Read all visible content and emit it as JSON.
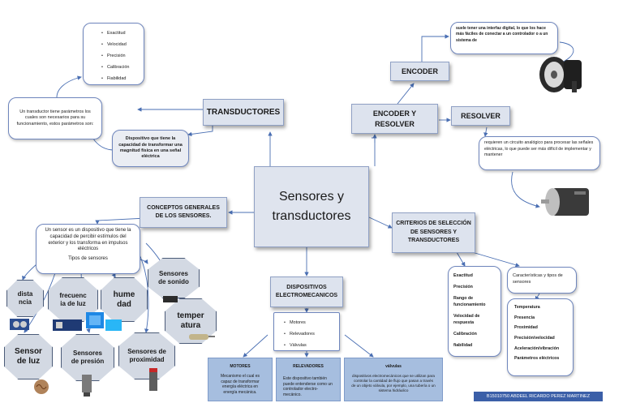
{
  "center": {
    "line1": "Sensores y",
    "line2": "transductores"
  },
  "transductores": {
    "title": "TRANSDUCTORES",
    "definition": "Dispositivo que tiene la capacidad de transformar una magnitud física en una señal eléctrica",
    "parametros_intro": "Un transductor tiene parámetros los cuales son necesarios para su funcionamiento, estos parámetros son:",
    "parametros": [
      "Exactitud",
      "Velocidad",
      "Precisión",
      "Calibración",
      "Fiabilidad"
    ]
  },
  "encoder_resolver": {
    "title_line1": "ENCODER Y",
    "title_line2": "RESOLVER",
    "encoder": {
      "title": "ENCODER",
      "desc": "suele tener una interfaz digital, lo que los hace más fáciles de conectar a un controlador o a un sistema de"
    },
    "resolver": {
      "title": "RESOLVER",
      "desc": "requieren un circuito analógico para procesar las señales eléctricas, lo que puede ser más difícil de implementar y mantener"
    }
  },
  "conceptos": {
    "title_line1": "CONCEPTOS GENERALES",
    "title_line2": "DE LOS SENSORES.",
    "definition": "Un sensor es un dispositivo que tiene la capacidad de percibir estímulos del exterior y los transforma en impulsos eléctricos",
    "tipos_label": "Tipos de sensores",
    "tipos": [
      {
        "l1": "dista",
        "l2": "ncia"
      },
      {
        "l1": "frecuenc",
        "l2": "ia de luz"
      },
      {
        "l1": "hume",
        "l2": "dad"
      },
      {
        "l1": "Sensores",
        "l2": "de sonido"
      },
      {
        "l1": "temper",
        "l2": "atura"
      },
      {
        "l1": "Sensor",
        "l2": "de luz"
      },
      {
        "l1": "Sensores",
        "l2": "de presión"
      },
      {
        "l1": "Sensores de",
        "l2": "proximidad"
      }
    ]
  },
  "criterios": {
    "title_line1": "CRITERIOS DE SELECCIÓN",
    "title_line2": "DE SENSORES Y",
    "title_line3": "TRANSDUCTORES",
    "list": [
      "Exactitud",
      "Precisión",
      "Rango de funcionamiento",
      "Velocidad de respuesta",
      "Calibración",
      "fiabilidad"
    ],
    "caracteristicas_title": "Características y tipos de sensores",
    "caracteristicas": [
      "Temperatura",
      "Presencia",
      "Proximidad",
      "Precisión/velocidad",
      "Aceleración/vibración",
      "Parámetros eléctricos"
    ]
  },
  "dispositivos": {
    "title_line1": "DISPOSITIVOS",
    "title_line2": "ELECTROMECANICOS",
    "list": [
      "Motores",
      "Relevadores",
      "Válvulas"
    ],
    "motores": {
      "title": "MOTORES",
      "desc": "Mecanismo el cual es capaz de transformar energía eléctrica en energía mecánica."
    },
    "relevadores": {
      "title": "RELEVADORES",
      "desc": "Este dispositivo también puede entenderse como un controlador electro-mecánico."
    },
    "valvulas": {
      "title": "válvulas",
      "desc": "dispositivos electromecánicos que se utilizan para controlar la cantidad de flujo que pasan a través de un objeto válvula, por ejemplo, una tubería o un sistema hidráulico"
    }
  },
  "footer": {
    "author": "B15010750 ABDEEL RICARDO PEREZ MARTINEZ"
  },
  "colors": {
    "box": "#dde3ee",
    "border": "#6f86bd",
    "arrow": "#4a6fb3",
    "footer": "#3b5fa8",
    "blue_box": "#a6bedf"
  }
}
